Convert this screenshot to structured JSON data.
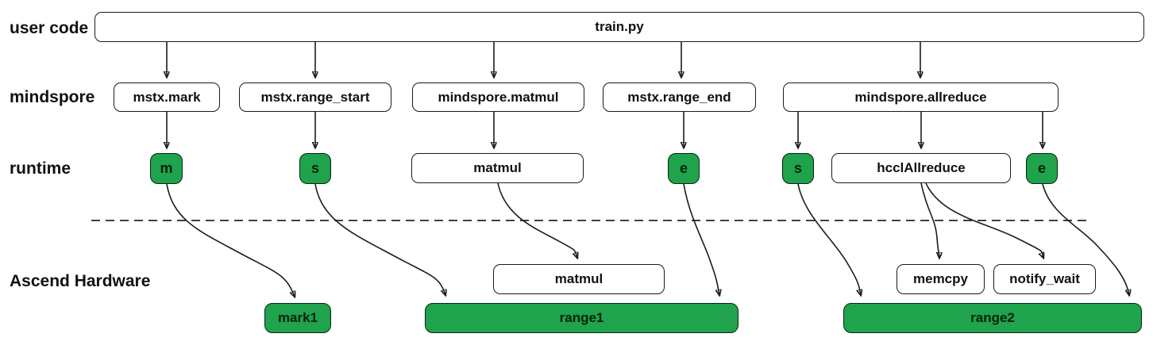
{
  "row_labels": {
    "user_code": "user code",
    "mindspore": "mindspore",
    "runtime": "runtime",
    "hardware": "Ascend Hardware"
  },
  "nodes": {
    "train_py": "train.py",
    "mstx_mark": "mstx.mark",
    "mstx_range_start": "mstx.range_start",
    "mindspore_matmul": "mindspore.matmul",
    "mstx_range_end": "mstx.range_end",
    "mindspore_allreduce": "mindspore.allreduce",
    "rt_mark": "m",
    "rt_start1": "s",
    "rt_matmul": "matmul",
    "rt_end1": "e",
    "rt_start2": "s",
    "rt_hccl_allreduce": "hcclAllreduce",
    "rt_end2": "e",
    "hw_matmul": "matmul",
    "hw_memcpy": "memcpy",
    "hw_notify_wait": "notify_wait",
    "hw_mark1": "mark1",
    "hw_range1": "range1",
    "hw_range2": "range2"
  },
  "colors": {
    "marker_green": "#1fa34c",
    "node_border": "#1a1a1a",
    "edge_line": "#1c1c1c",
    "background": "#ffffff"
  },
  "edges": [
    {
      "from": "train.py",
      "to": "mstx.mark"
    },
    {
      "from": "train.py",
      "to": "mstx.range_start"
    },
    {
      "from": "train.py",
      "to": "mindspore.matmul"
    },
    {
      "from": "train.py",
      "to": "mstx.range_end"
    },
    {
      "from": "train.py",
      "to": "mindspore.allreduce"
    },
    {
      "from": "mstx.mark",
      "to": "m"
    },
    {
      "from": "mstx.range_start",
      "to": "s"
    },
    {
      "from": "mindspore.matmul",
      "to": "matmul (runtime)"
    },
    {
      "from": "mstx.range_end",
      "to": "e"
    },
    {
      "from": "mindspore.allreduce",
      "to": "s"
    },
    {
      "from": "mindspore.allreduce",
      "to": "hcclAllreduce"
    },
    {
      "from": "mindspore.allreduce",
      "to": "e"
    },
    {
      "from": "m",
      "to": "mark1"
    },
    {
      "from": "s",
      "to": "range1"
    },
    {
      "from": "matmul (runtime)",
      "to": "matmul (hardware)"
    },
    {
      "from": "e",
      "to": "range1"
    },
    {
      "from": "s (allreduce)",
      "to": "range2"
    },
    {
      "from": "hcclAllreduce",
      "to": "memcpy"
    },
    {
      "from": "hcclAllreduce",
      "to": "notify_wait"
    },
    {
      "from": "e (allreduce)",
      "to": "range2"
    }
  ]
}
